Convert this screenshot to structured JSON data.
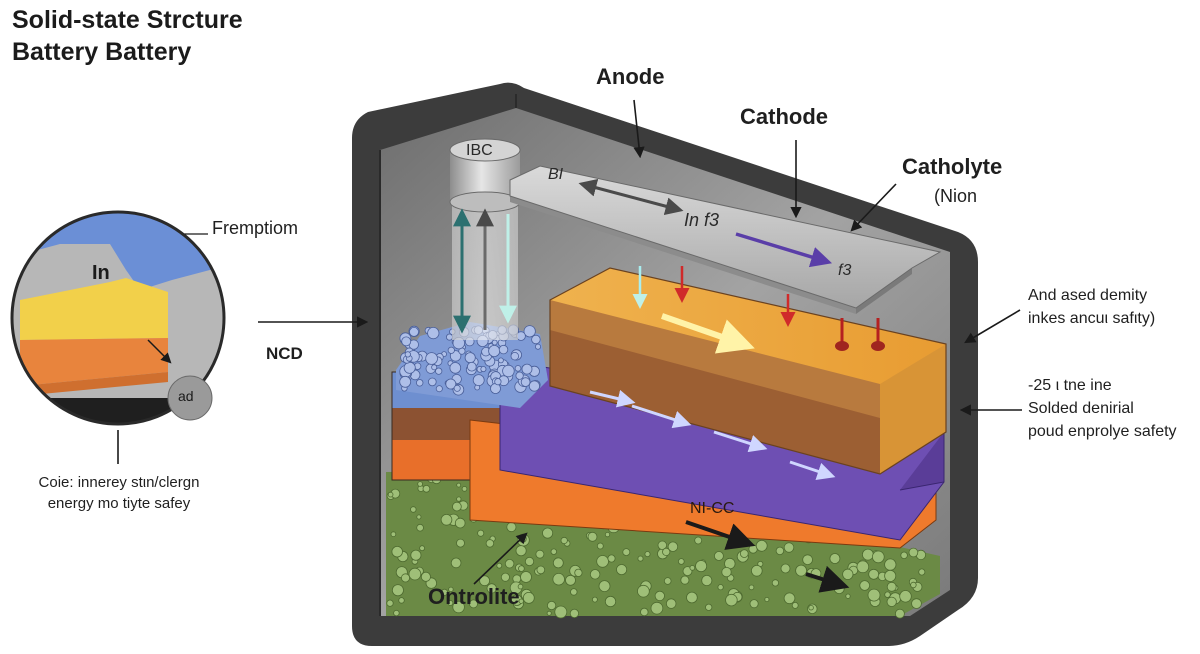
{
  "title": {
    "line1": "Solid-state Strcture",
    "line2": "Battery Battery"
  },
  "labels": {
    "anode": "Anode",
    "cathode": "Cathode",
    "catholyte": "Catholyte",
    "catholyte_sub": "(Nion",
    "frempt": "Fremptiom",
    "ncd": "NCD",
    "ontrolite": "Ontrolite",
    "nicc": "NI-CC",
    "ibc": "IBC",
    "bi": "BI",
    "inf3": "In f3",
    "f3": "f3",
    "inset_in": "In",
    "inset_ad": "ad"
  },
  "left_caption": {
    "line1": "Coie: innerey stιn/clergn",
    "line2": "energy mo tiyte safey"
  },
  "right_notes": {
    "note1": {
      "line1": "And ased demity",
      "line2": "inkes ancuι safιty)"
    },
    "note2": {
      "line1": "-25 ι tne ine",
      "line2": "Solded denirial",
      "line3": "poud enprolye safety"
    }
  },
  "colors": {
    "casing": "#3a3a3a",
    "interior": "#8c8c8c",
    "cathode_layer": "#e9a33e",
    "electrolyte_layer": "#6f4fb0",
    "anode_layer": "#f07a2a",
    "brown_layer": "#8c5232",
    "green_base": "#6b8a45",
    "blue_layer": "#6e8fd0",
    "inset_blue": "#6b8fd6",
    "inset_yellow": "#f2d04a",
    "inset_orange": "#e8843d"
  }
}
